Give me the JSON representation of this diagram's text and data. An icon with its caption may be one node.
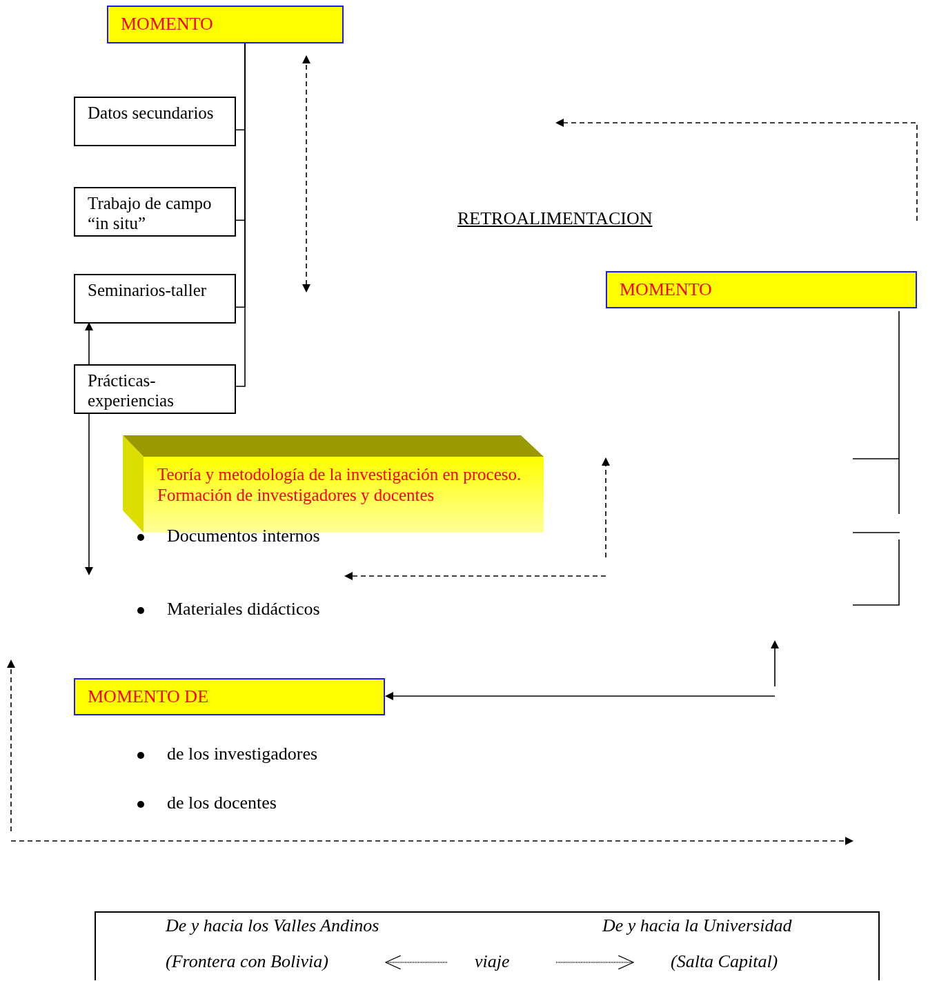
{
  "diagram": {
    "nodes": [
      {
        "text": [
          "MOMENTO"
        ]
      },
      {
        "text": [
          "Datos secundarios"
        ]
      },
      {
        "text": [
          "Trabajo de campo “in situ”"
        ]
      },
      {
        "text": [
          "Seminarios-taller"
        ]
      },
      {
        "text": [
          "Prácticas-experiencias"
        ]
      },
      {
        "text": [
          "Teoría y metodología de la investigación  en proceso. Formación de investigadores y docentes"
        ]
      },
      {
        "text": [
          "MOMENTO"
        ]
      },
      {
        "text": [
          "MOMENTO DE"
        ]
      },
      {
        "text": [
          "De y hacia los Valles Andinos",
          "De y hacia la Universidad",
          "(Frontera con Bolivia)",
          "viaje",
          "(Salta Capital)"
        ]
      }
    ],
    "edges": [
      {
        "from": 0,
        "to": 1,
        "arrow": "none"
      },
      {
        "from": 0,
        "to": 2,
        "arrow": "none"
      },
      {
        "from": 0,
        "to": 3,
        "arrow": "none"
      },
      {
        "from": 0,
        "to": 4,
        "arrow": "none"
      },
      {
        "from": 4,
        "to": 3,
        "arrow": "to"
      },
      {
        "from": 4,
        "to": null,
        "arrow": "to"
      },
      {
        "from": null,
        "to": 7,
        "arrow": "to"
      }
    ],
    "labels": [
      "RETROALIMENTACION",
      "Documentos internos",
      "Materiales didácticos",
      "de los investigadores",
      "de los docentes"
    ]
  }
}
